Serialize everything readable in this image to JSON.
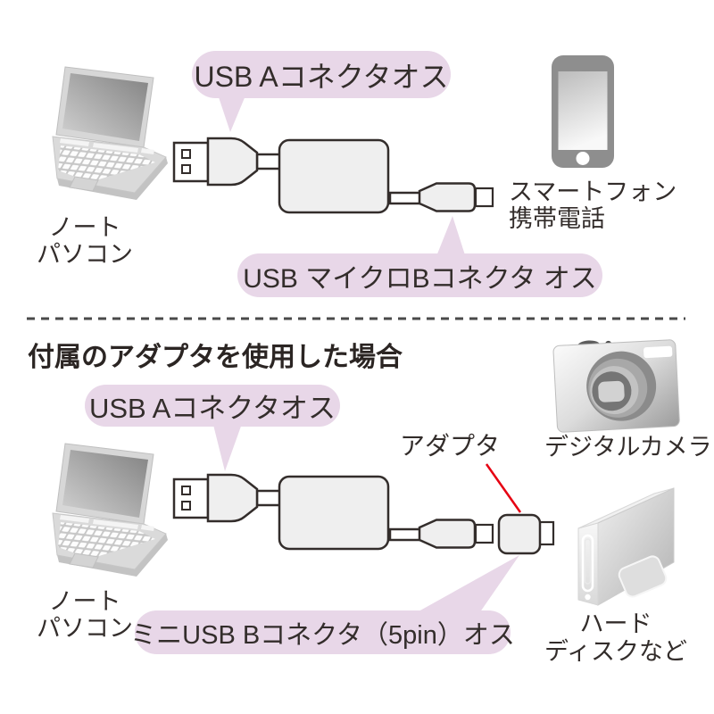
{
  "page": {
    "background": "#ffffff"
  },
  "colors": {
    "bubble_pink": "#e8d7e8",
    "outline_dark": "#332d2b",
    "text_dark": "#2b2523",
    "red_pointer": "#e60012",
    "device_gray": "#8e8e8e"
  },
  "icons": {
    "laptop": "laptop-icon",
    "smartphone": "smartphone-icon",
    "digital_camera": "digital-camera-icon",
    "hard_disk": "hard-disk-icon",
    "usb_cable": "usb-extension-cable-diagram",
    "adapter": "mini-b-adapter-diagram"
  },
  "section1": {
    "callout_usb_a": "USB Aコネクタオス",
    "callout_micro_b": "USB マイクロBコネクタ オス",
    "laptop_label_line1": "ノート",
    "laptop_label_line2": "パソコン",
    "phone_label_line1": "スマートフォン",
    "phone_label_line2": "携帯電話"
  },
  "section2": {
    "heading": "付属のアダプタを使用した場合",
    "callout_usb_a": "USB Aコネクタオス",
    "adapter_label": "アダプタ",
    "callout_mini_b": "ミニUSB Bコネクタ（5pin）オス",
    "laptop_label_line1": "ノート",
    "laptop_label_line2": "パソコン",
    "camera_label": "デジタルカメラ",
    "hdd_label_line1": "ハード",
    "hdd_label_line2": "ディスクなど"
  }
}
